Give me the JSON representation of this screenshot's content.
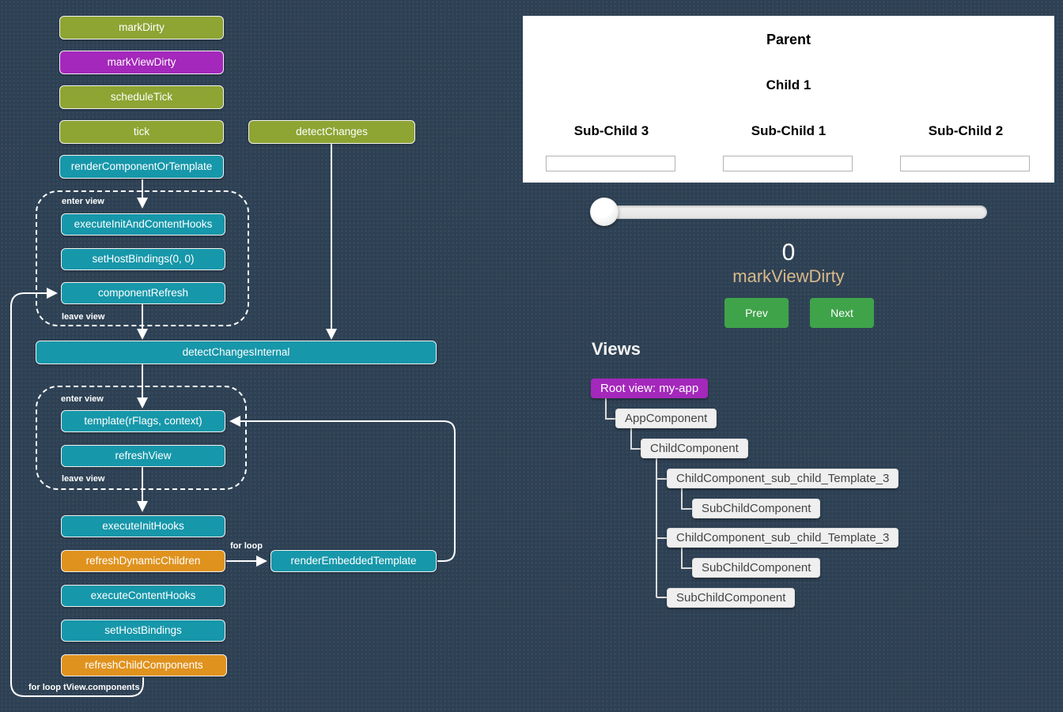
{
  "flow": {
    "nodes": {
      "markDirty": "markDirty",
      "markViewDirty": "markViewDirty",
      "scheduleTick": "scheduleTick",
      "tick": "tick",
      "detectChanges": "detectChanges",
      "renderComponentOrTemplate": "renderComponentOrTemplate",
      "executeInitAndContentHooks": "executeInitAndContentHooks",
      "setHostBindingsZero": "setHostBindings(0, 0)",
      "componentRefresh": "componentRefresh",
      "detectChangesInternal": "detectChangesInternal",
      "template": "template(rFlags, context)",
      "refreshView": "refreshView",
      "executeInitHooks": "executeInitHooks",
      "refreshDynamicChildren": "refreshDynamicChildren",
      "renderEmbeddedTemplate": "renderEmbeddedTemplate",
      "executeContentHooks": "executeContentHooks",
      "setHostBindings": "setHostBindings",
      "refreshChildComponents": "refreshChildComponents"
    },
    "labels": {
      "enter_view": "enter view",
      "leave_view": "leave view",
      "for_loop": "for loop",
      "for_loop_tview": "for loop tView.components"
    },
    "colors": {
      "olive": "#8ea433",
      "purple": "#a428bb",
      "teal": "#1797aa",
      "orange": "#e0921e",
      "background": "#2e4154",
      "connector": "#ffffff"
    }
  },
  "demo": {
    "parent_title": "Parent",
    "child_title": "Child 1",
    "sub_children": [
      {
        "label": "Sub-Child 3",
        "value": ""
      },
      {
        "label": "Sub-Child 1",
        "value": ""
      },
      {
        "label": "Sub-Child 2",
        "value": ""
      }
    ],
    "slider": {
      "value": 0
    },
    "counter": "0",
    "last_action": "markViewDirty",
    "prev_label": "Prev",
    "next_label": "Next",
    "button_color": "#3fa34a",
    "action_color": "#d9b98a"
  },
  "views": {
    "heading": "Views",
    "nodes": [
      {
        "label": "Root view: my-app",
        "type": "root",
        "depth": 0
      },
      {
        "label": "AppComponent",
        "type": "component",
        "depth": 1
      },
      {
        "label": "ChildComponent",
        "type": "component",
        "depth": 2
      },
      {
        "label": "ChildComponent_sub_child_Template_3",
        "type": "template",
        "depth": 3
      },
      {
        "label": "SubChildComponent",
        "type": "component",
        "depth": 4
      },
      {
        "label": "ChildComponent_sub_child_Template_3",
        "type": "template",
        "depth": 3
      },
      {
        "label": "SubChildComponent",
        "type": "component",
        "depth": 4
      },
      {
        "label": "SubChildComponent",
        "type": "component",
        "depth": 3
      }
    ]
  }
}
